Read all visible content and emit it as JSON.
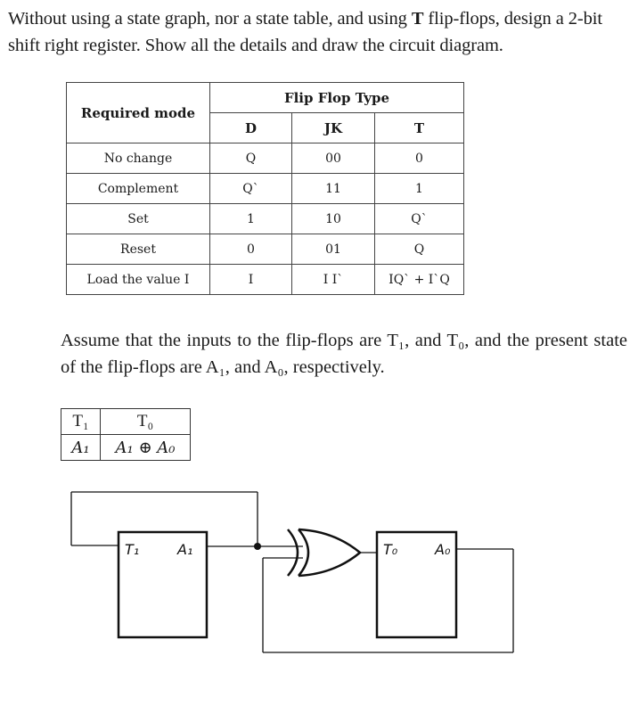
{
  "question": {
    "part1": "Without using a state graph, nor a state table, and using ",
    "bold": "T",
    "part2": " flip-flops, design a 2-bit shift right register. Show all the details and draw the circuit diagram."
  },
  "ff_table": {
    "corner": "Required mode",
    "group_header": "Flip Flop Type",
    "types": [
      "D",
      "JK",
      "T"
    ],
    "rows": [
      [
        "No change",
        "Q",
        "00",
        "0"
      ],
      [
        "Complement",
        "Q`",
        "11",
        "1"
      ],
      [
        "Set",
        "1",
        "10",
        "Q`"
      ],
      [
        "Reset",
        "0",
        "01",
        "Q"
      ],
      [
        "Load the value I",
        "I",
        "I I`",
        "IQ` + I`Q"
      ]
    ]
  },
  "assume": {
    "text": "Assume that the inputs to the flip-flops are T₁, and T₀, and the present state of the flip-flops are A₁, and A₀, respectively."
  },
  "t_table": {
    "h1": "T₁",
    "h0": "T₀",
    "e1": "A₁",
    "e0": "A₁ ⊕ A₀"
  },
  "circuit": {
    "ff1_in": "T₁",
    "ff1_out": "A₁",
    "ff0_in": "T₀",
    "ff0_out": "A₀"
  }
}
